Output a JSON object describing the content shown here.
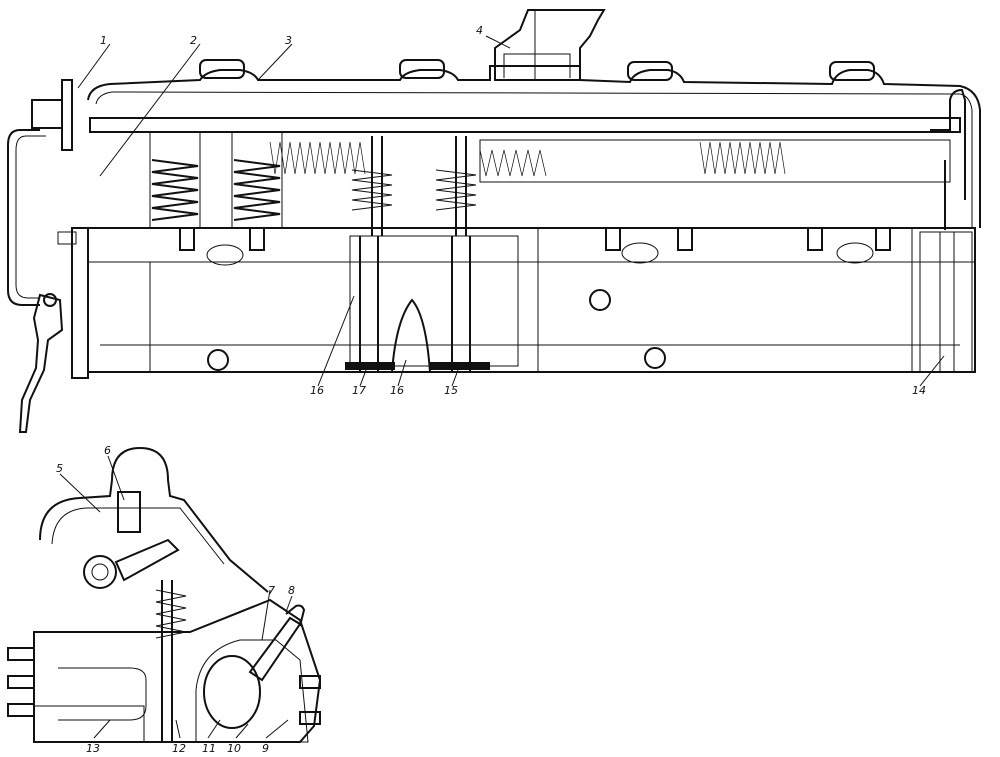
{
  "labels": {
    "l1": "1",
    "l2": "2",
    "l3": "3",
    "l4": "4",
    "l5": "5",
    "l6": "6",
    "l7": "7",
    "l8": "8",
    "l9": "9",
    "l10": "10",
    "l11": "11",
    "l12": "12",
    "l13": "13",
    "l14": "14",
    "l15": "15",
    "l16a": "16",
    "l16b": "16",
    "l17": "17"
  }
}
